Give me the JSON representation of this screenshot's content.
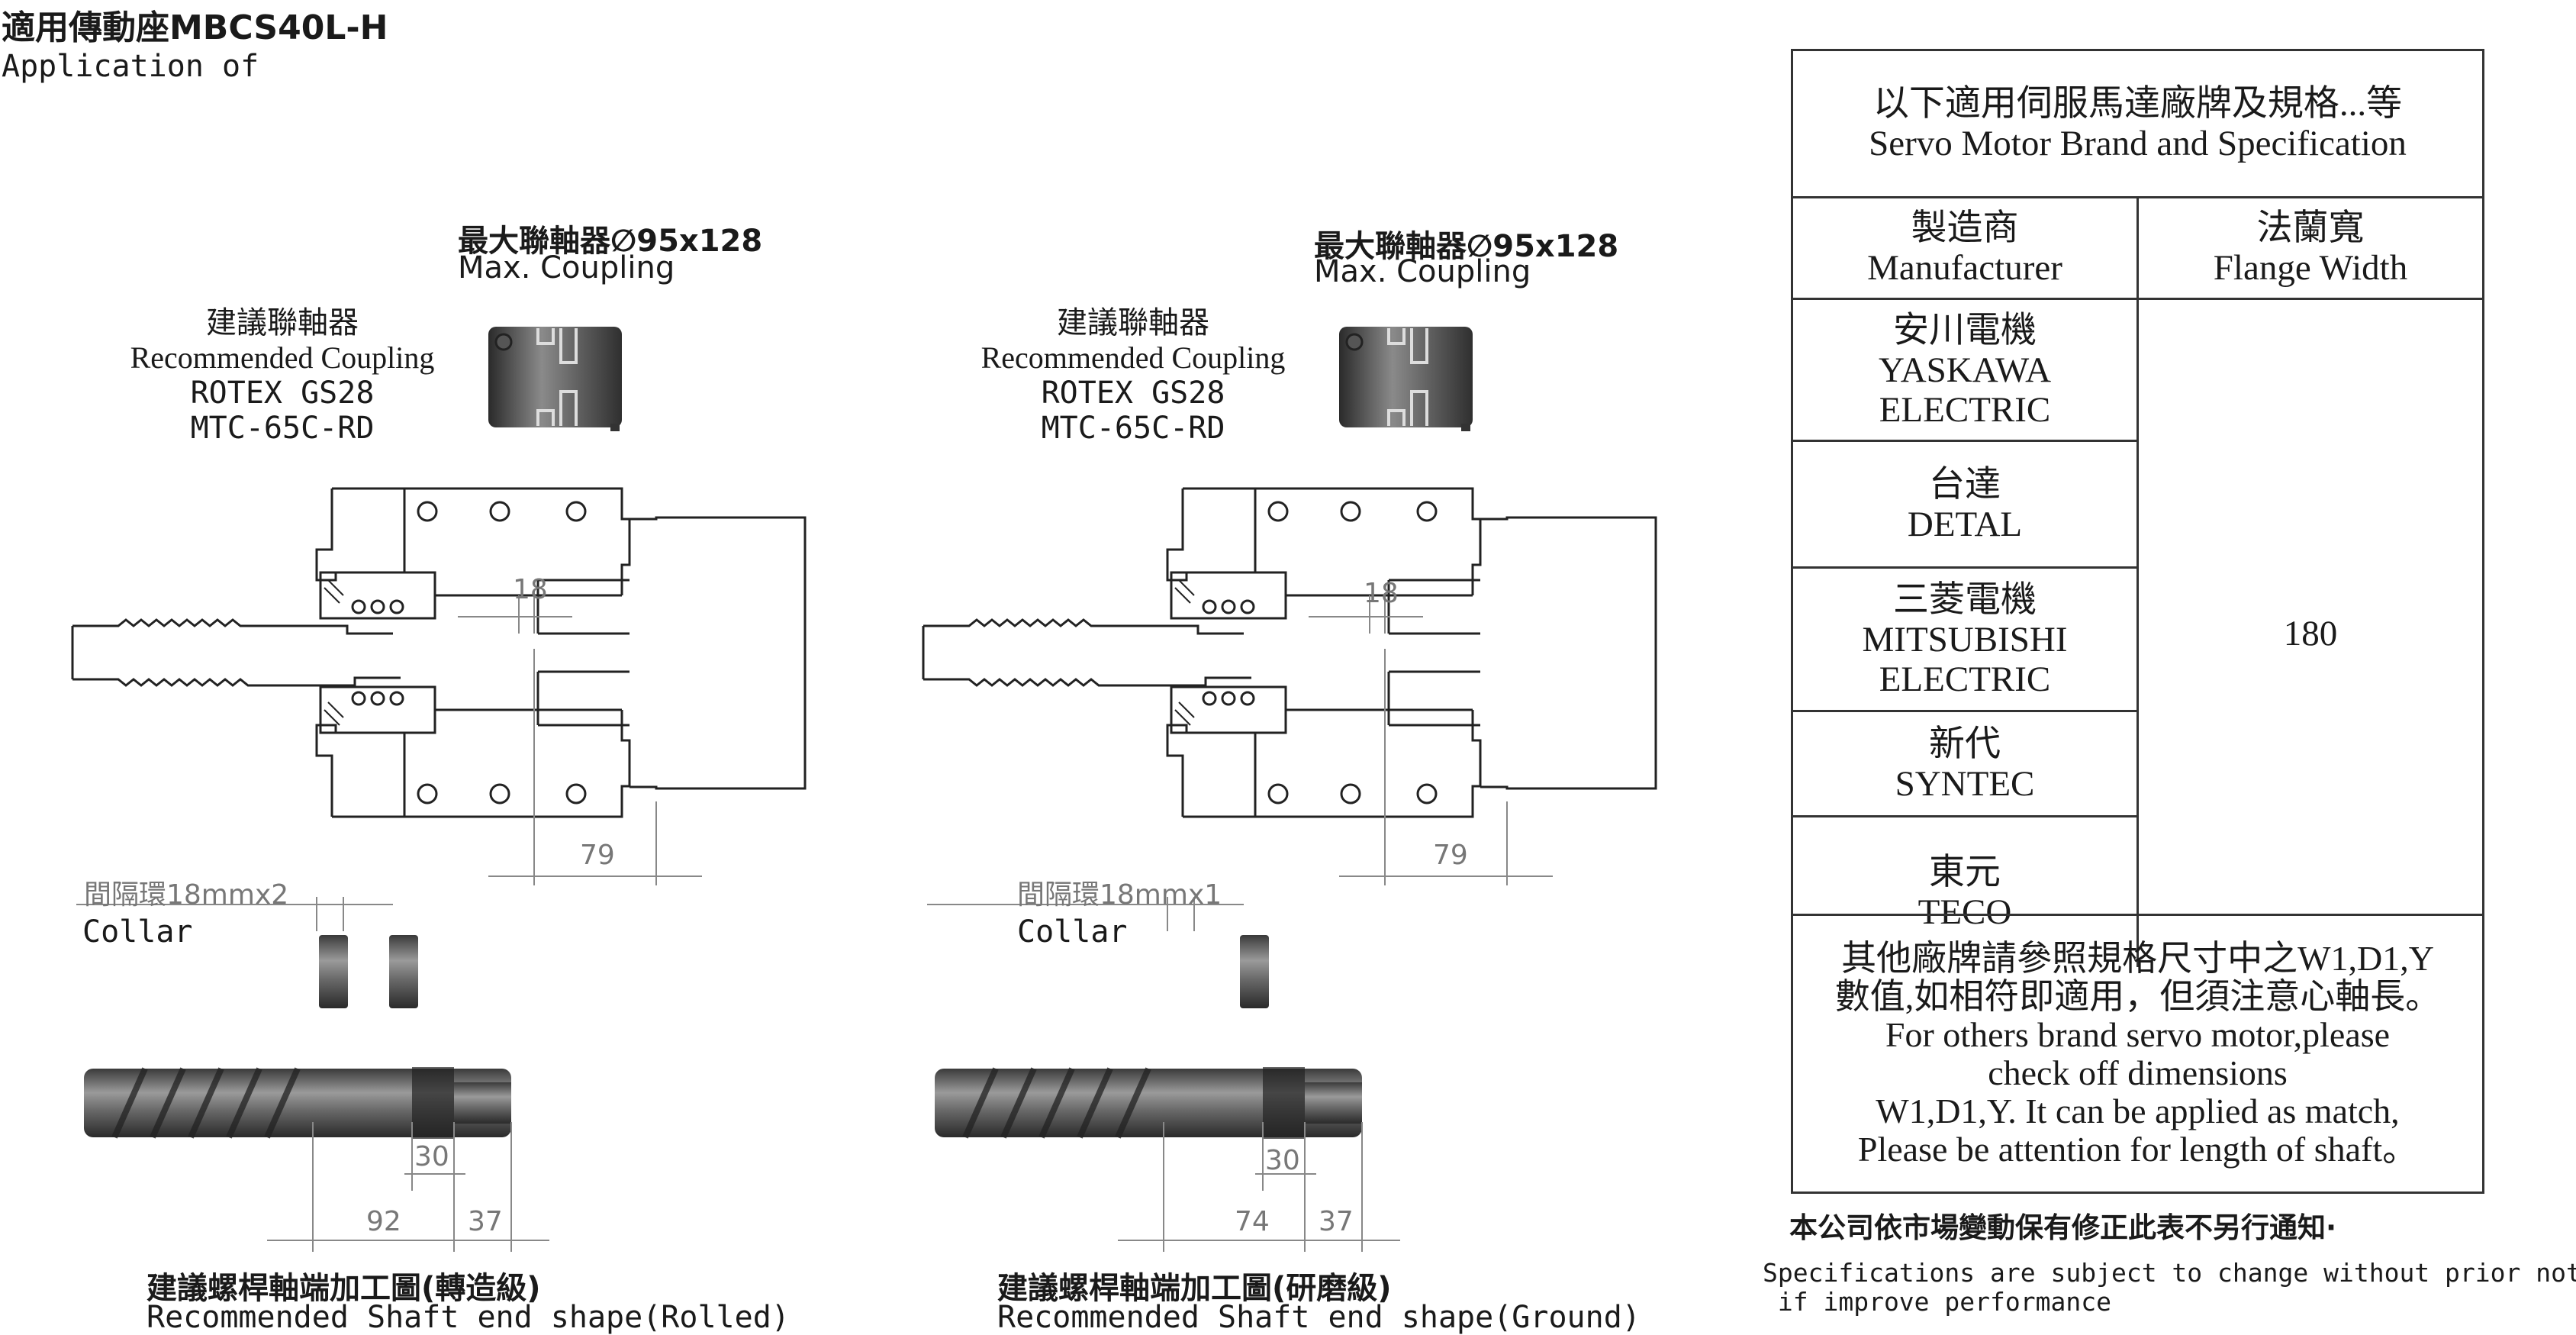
{
  "header": {
    "title": "適用傳動座MBCS40L-H",
    "subtitle": "Application of"
  },
  "left_assembly": {
    "max_coupling_zh": "最大聯軸器∅95x128",
    "max_coupling_en": "Max. Coupling",
    "recommended_zh": "建議聯軸器",
    "recommended_en": "Recommended Coupling",
    "coupling_model1": "ROTEX GS28",
    "coupling_model2": "MTC-65C-RD",
    "dim_18": "18",
    "dim_79": "79",
    "collar_zh": "間隔環18mmx2",
    "collar_en": "Collar",
    "dim_30": "30",
    "dim_a": "92",
    "dim_37": "37",
    "shaft_title_zh": "建議螺桿軸端加工圖(轉造級)",
    "shaft_title_en": "Recommended Shaft end shape(Rolled)"
  },
  "right_assembly": {
    "max_coupling_zh": "最大聯軸器∅95x128",
    "max_coupling_en": "Max. Coupling",
    "recommended_zh": "建議聯軸器",
    "recommended_en": "Recommended Coupling",
    "coupling_model1": "ROTEX GS28",
    "coupling_model2": "MTC-65C-RD",
    "dim_18": "18",
    "dim_79": "79",
    "collar_zh": "間隔環18mmx1",
    "collar_en": "Collar",
    "dim_30": "30",
    "dim_a": "74",
    "dim_37": "37",
    "shaft_title_zh": "建議螺桿軸端加工圖(研磨級)",
    "shaft_title_en": "Recommended Shaft end shape(Ground)"
  },
  "table": {
    "header_zh": "以下適用伺服馬達廠牌及規格...等",
    "header_en": "Servo Motor Brand and Specification",
    "col1_zh": "製造商",
    "col1_en": "Manufacturer",
    "col2_zh": "法蘭寬",
    "col2_en": "Flange Width",
    "rows": [
      {
        "zh": "安川電機",
        "en1": "YASKAWA",
        "en2": "ELECTRIC"
      },
      {
        "zh": "台達",
        "en1": "DETAL",
        "en2": ""
      },
      {
        "zh": "三菱電機",
        "en1": "MITSUBISHI",
        "en2": "ELECTRIC"
      },
      {
        "zh": "新代",
        "en1": "SYNTEC",
        "en2": ""
      },
      {
        "zh": "東元",
        "en1": "TECO",
        "en2": ""
      }
    ],
    "flange_value": "180",
    "note_zh1": "其他廠牌請參照規格尺寸中之W1,D1,Y",
    "note_zh2": "數值,如相符即適用，但須注意心軸長。",
    "note_en1": "For others brand servo motor,please",
    "note_en2": "check off dimensions",
    "note_en3": "W1,D1,Y. It can be applied as match,",
    "note_en4": "Please be attention for length of shaft。"
  },
  "footer": {
    "notice_zh": "本公司依市場變動保有修正此表不另行通知·",
    "notice_en1": "Specifications are subject to change without prior notice",
    "notice_en2": " if improve performance"
  }
}
